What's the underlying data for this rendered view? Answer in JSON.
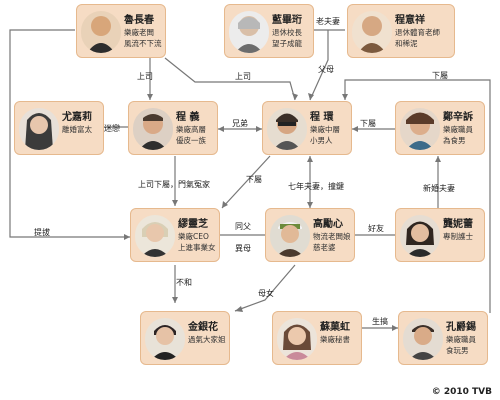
{
  "people": [
    {
      "id": "lu",
      "name": "魯長春",
      "desc": [
        "樂廠老闆",
        "風流不下流"
      ],
      "color": "#d8a67a"
    },
    {
      "id": "lan",
      "name": "藍畢珩",
      "desc": [
        "退休校長",
        "望子成龍"
      ],
      "color": "#b8b8b8"
    },
    {
      "id": "chengyi",
      "name": "程意祥",
      "desc": [
        "退休體育老師",
        "和稀泥"
      ],
      "color": "#c9a27e"
    },
    {
      "id": "you",
      "name": "尤嘉莉",
      "desc": [
        "離婚富太"
      ],
      "color": "#3b3b3b"
    },
    {
      "id": "chengyiyi",
      "name": "程 義",
      "desc": [
        "樂廠高層",
        "優皮一族"
      ],
      "color": "#4a3b30"
    },
    {
      "id": "chenghuan",
      "name": "程 環",
      "desc": [
        "樂廠中層",
        "小男人"
      ],
      "color": "#3a2f28"
    },
    {
      "id": "zheng",
      "name": "鄭辛訴",
      "desc": [
        "樂廠職員",
        "為食男"
      ],
      "color": "#5a3b2a"
    },
    {
      "id": "miao",
      "name": "繆靈芝",
      "desc": [
        "樂廠CEO",
        "上進事業女"
      ],
      "color": "#d9cfb5"
    },
    {
      "id": "gao",
      "name": "高勵心",
      "desc": [
        "物流老闆娘",
        "慈老婆"
      ],
      "color": "#4a3a2f"
    },
    {
      "id": "gong",
      "name": "龔妮蕾",
      "desc": [
        "專制護士"
      ],
      "color": "#2f2620"
    },
    {
      "id": "jin",
      "name": "金銀花",
      "desc": [
        "過氣大家姐"
      ],
      "color": "#2c2424"
    },
    {
      "id": "su",
      "name": "蘇菓虹",
      "desc": [
        "樂廠秘書"
      ],
      "color": "#6a4a38"
    },
    {
      "id": "kong",
      "name": "孔爵錫",
      "desc": [
        "樂廠職員",
        "食玩男"
      ],
      "color": "#3b2f28"
    }
  ],
  "relations": {
    "lu_chengyiyi": "上司",
    "lu_chenghuan": "上司",
    "lan_chengyi": "老夫妻",
    "parents": "父母",
    "you_chengyiyi": "迷戀",
    "brothers": "兄弟",
    "zheng_chenghuan": "下屬",
    "chengyiyi_miao": "上司下屬，門氣冤家",
    "chenghuan_miao": "下屬",
    "chenghuan_gao": "七年夫妻，撞鍵",
    "gong_zheng": "新婚夫妻",
    "kong_chenghuan": "下屬",
    "miao_lu": "提拔",
    "miao_gao_1": "同父",
    "miao_gao_2": "異母",
    "gao_gong": "好友",
    "miao_jin": "不和",
    "gao_jin": "母女",
    "su_kong": "生搞"
  },
  "copyright": "© 2010 TVB"
}
